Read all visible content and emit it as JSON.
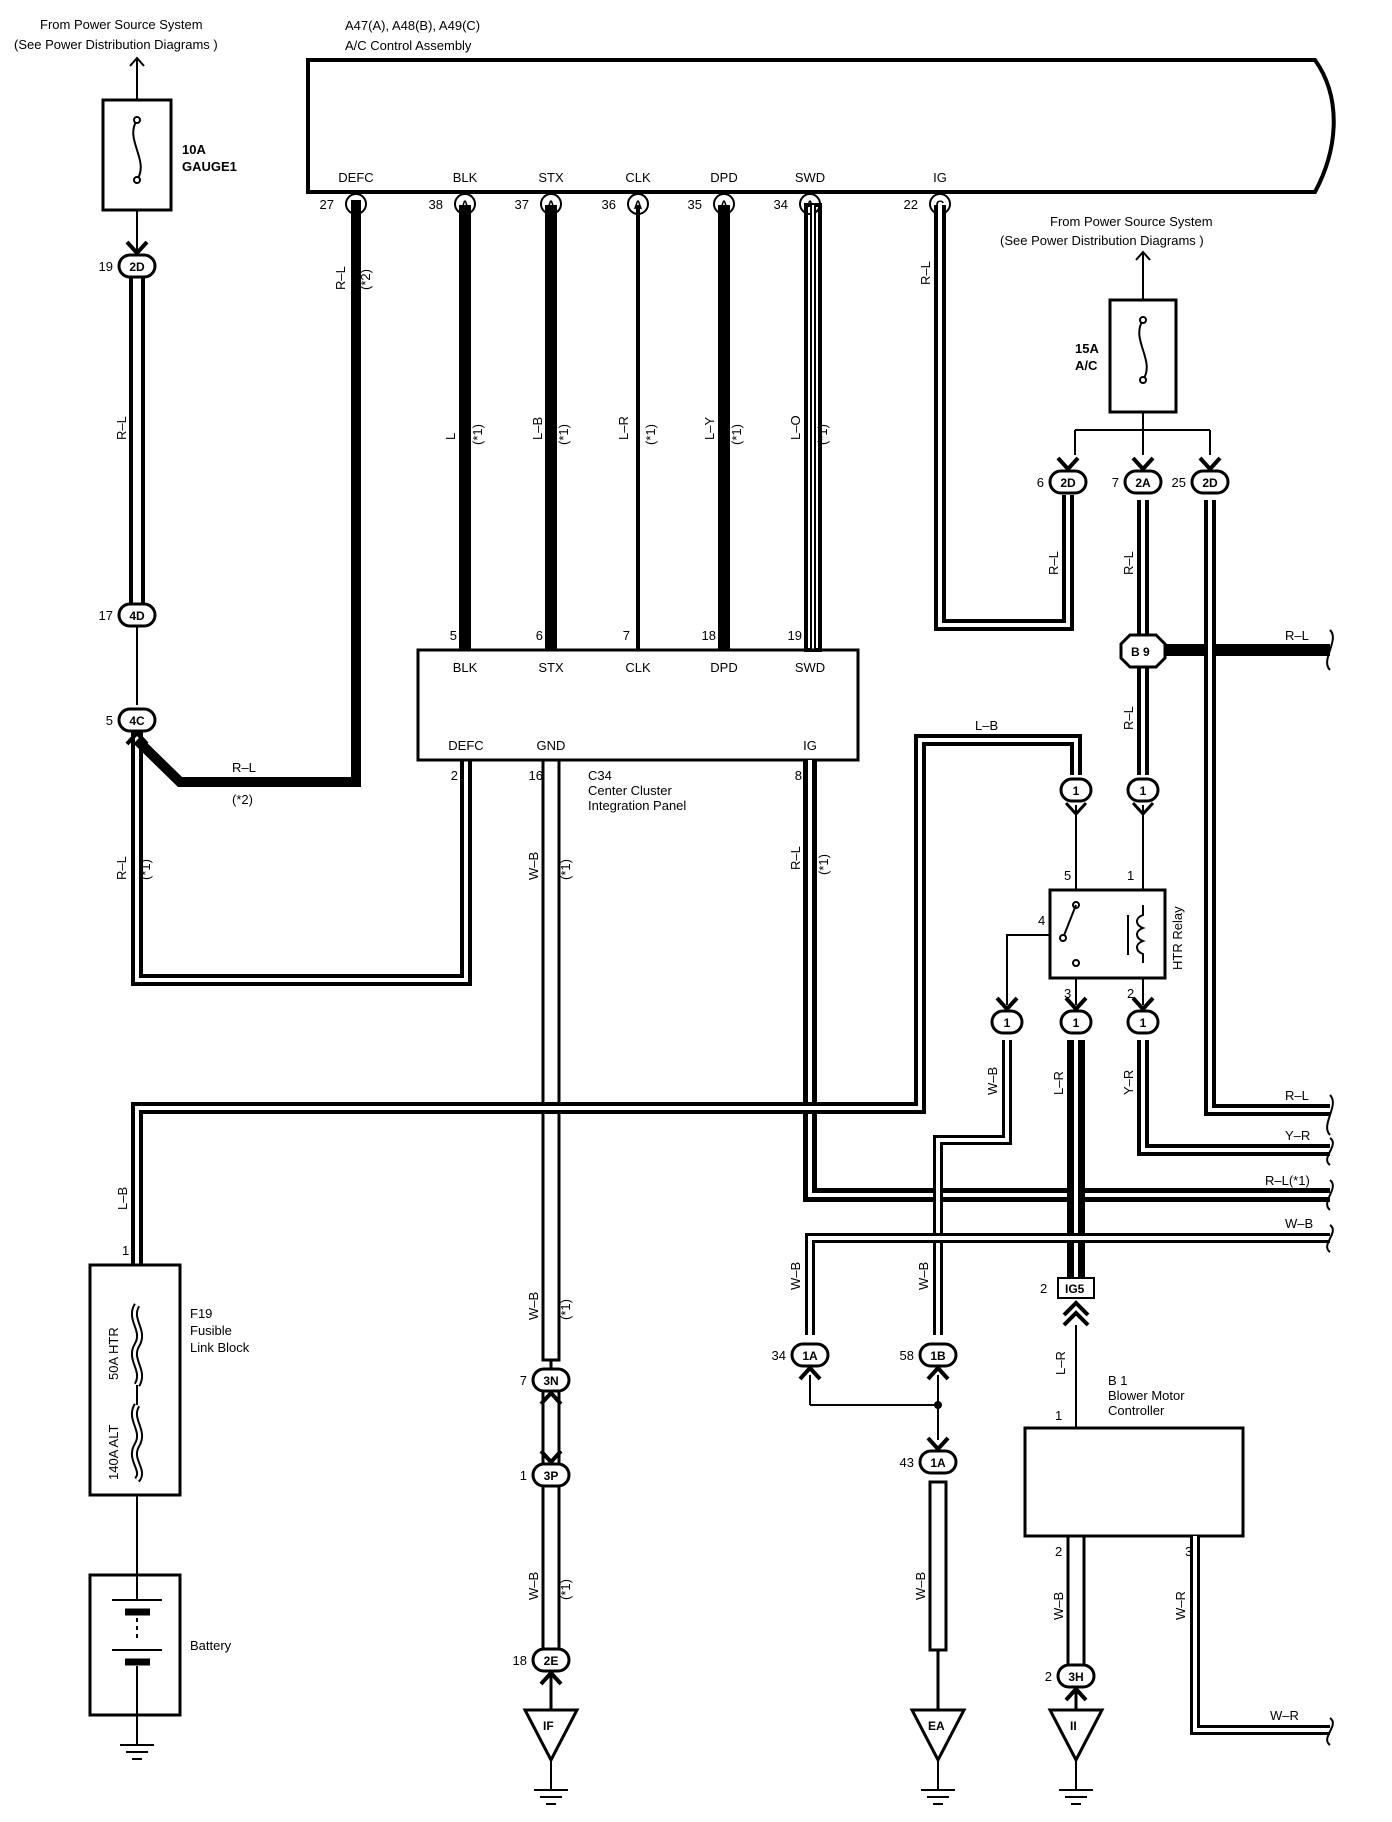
{
  "power_source_left": [
    "From Power Source System",
    "(See Power Distribution Diagrams )"
  ],
  "power_source_right": [
    "From Power Source System",
    "(See Power Distribution Diagrams )"
  ],
  "ac_control": {
    "title_line1": "A47(A), A48(B), A49(C)",
    "title_line2": "A/C Control Assembly",
    "pins": [
      {
        "name": "DEFC",
        "num": "27",
        "conn": "A"
      },
      {
        "name": "BLK",
        "num": "38",
        "conn": "A"
      },
      {
        "name": "STX",
        "num": "37",
        "conn": "A"
      },
      {
        "name": "CLK",
        "num": "36",
        "conn": "A"
      },
      {
        "name": "DPD",
        "num": "35",
        "conn": "A"
      },
      {
        "name": "SWD",
        "num": "34",
        "conn": "A"
      },
      {
        "name": "IG",
        "num": "22",
        "conn": "C"
      }
    ]
  },
  "fuse_gauge": {
    "line1": "10A",
    "line2": "GAUGE1"
  },
  "fuse_ac": {
    "line1": "15A",
    "line2": "A/C"
  },
  "connectors": {
    "c2d_19": {
      "num": "19",
      "id": "2D"
    },
    "c4d_17": {
      "num": "17",
      "id": "4D"
    },
    "c4c_5": {
      "num": "5",
      "id": "4C"
    },
    "c2d_6": {
      "num": "6",
      "id": "2D"
    },
    "c2a_7": {
      "num": "7",
      "id": "2A"
    },
    "c2d_25": {
      "num": "25",
      "id": "2D"
    },
    "b9": "B 9",
    "h1": "1",
    "ig5": {
      "num": "2",
      "id": "IG5"
    },
    "c3n": {
      "num": "7",
      "id": "3N"
    },
    "c3p": {
      "num": "1",
      "id": "3P"
    },
    "c2e": {
      "num": "18",
      "id": "2E"
    },
    "c1a_34": {
      "num": "34",
      "id": "1A"
    },
    "c1b_58": {
      "num": "58",
      "id": "1B"
    },
    "c1a_43": {
      "num": "43",
      "id": "1A"
    },
    "c3h": {
      "num": "2",
      "id": "3H"
    }
  },
  "c34": {
    "line1": "C34",
    "line2": "Center Cluster",
    "line3": "Integration Panel",
    "top_pins": [
      {
        "num": "5",
        "name": "BLK"
      },
      {
        "num": "6",
        "name": "STX"
      },
      {
        "num": "7",
        "name": "CLK"
      },
      {
        "num": "18",
        "name": "DPD"
      },
      {
        "num": "19",
        "name": "SWD"
      }
    ],
    "bottom_pins": [
      {
        "num": "2",
        "name": "DEFC"
      },
      {
        "num": "16",
        "name": "GND"
      },
      {
        "num": "8",
        "name": "IG"
      }
    ]
  },
  "wire_labels": {
    "rl": "R–L",
    "rl_star2": "R–L",
    "star2": "(*2)",
    "star1": "(*1)",
    "l": "L",
    "lb": "L–B",
    "lr_wire": "L–R",
    "ly": "L–Y",
    "lo": "L–O",
    "wb": "W–B",
    "lr": "L–R",
    "yr": "Y–R",
    "wr": "W–R"
  },
  "htr_relay": {
    "label": "HTR Relay",
    "pins": [
      "5",
      "1",
      "4",
      "3",
      "2"
    ]
  },
  "right_edge": {
    "rl_top": "R–L",
    "rl": "R–L",
    "yr": "Y–R",
    "rl_star1": "R–L(*1)",
    "wb": "W–B",
    "wr": "W–R"
  },
  "fusible_link": {
    "line1": "F19",
    "line2": "Fusible",
    "line3": "Link Block",
    "fuse1": "50A HTR",
    "fuse2": "140A ALT",
    "pin": "1"
  },
  "battery": "Battery",
  "blower": {
    "line1": "B 1",
    "line2": "Blower Motor",
    "line3": "Controller",
    "pins": [
      "1",
      "2",
      "3"
    ]
  },
  "grounds": {
    "if": "IF",
    "ea": "EA",
    "ii": "II"
  }
}
